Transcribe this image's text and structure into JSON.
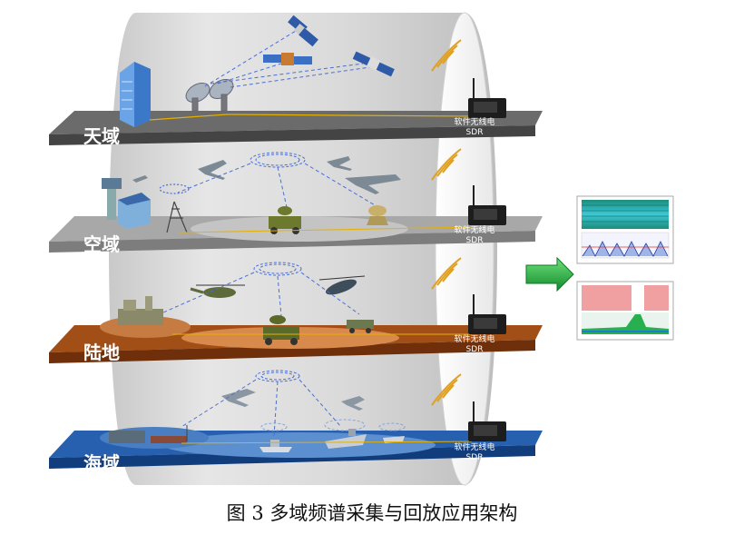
{
  "layers": [
    {
      "id": "space",
      "label": "天域",
      "sdr_line1": "软件无线电",
      "sdr_line2": "SDR"
    },
    {
      "id": "air",
      "label": "空域",
      "sdr_line1": "软件无线电",
      "sdr_line2": "SDR"
    },
    {
      "id": "land",
      "label": "陆地",
      "sdr_line1": "软件无线电",
      "sdr_line2": "SDR"
    },
    {
      "id": "sea",
      "label": "海域",
      "sdr_line1": "软件无线电",
      "sdr_line2": "SDR"
    }
  ],
  "caption": "图 3  多域频谱采集与回放应用架构",
  "colors": {
    "space_plate": "#5a5a5a",
    "air_plate": "#9a9a9a",
    "land_plate": "#8b3f12",
    "sea_plate": "#1f4e96",
    "cylinder": "#dcdcdc",
    "arrow": "#1fa83c"
  }
}
